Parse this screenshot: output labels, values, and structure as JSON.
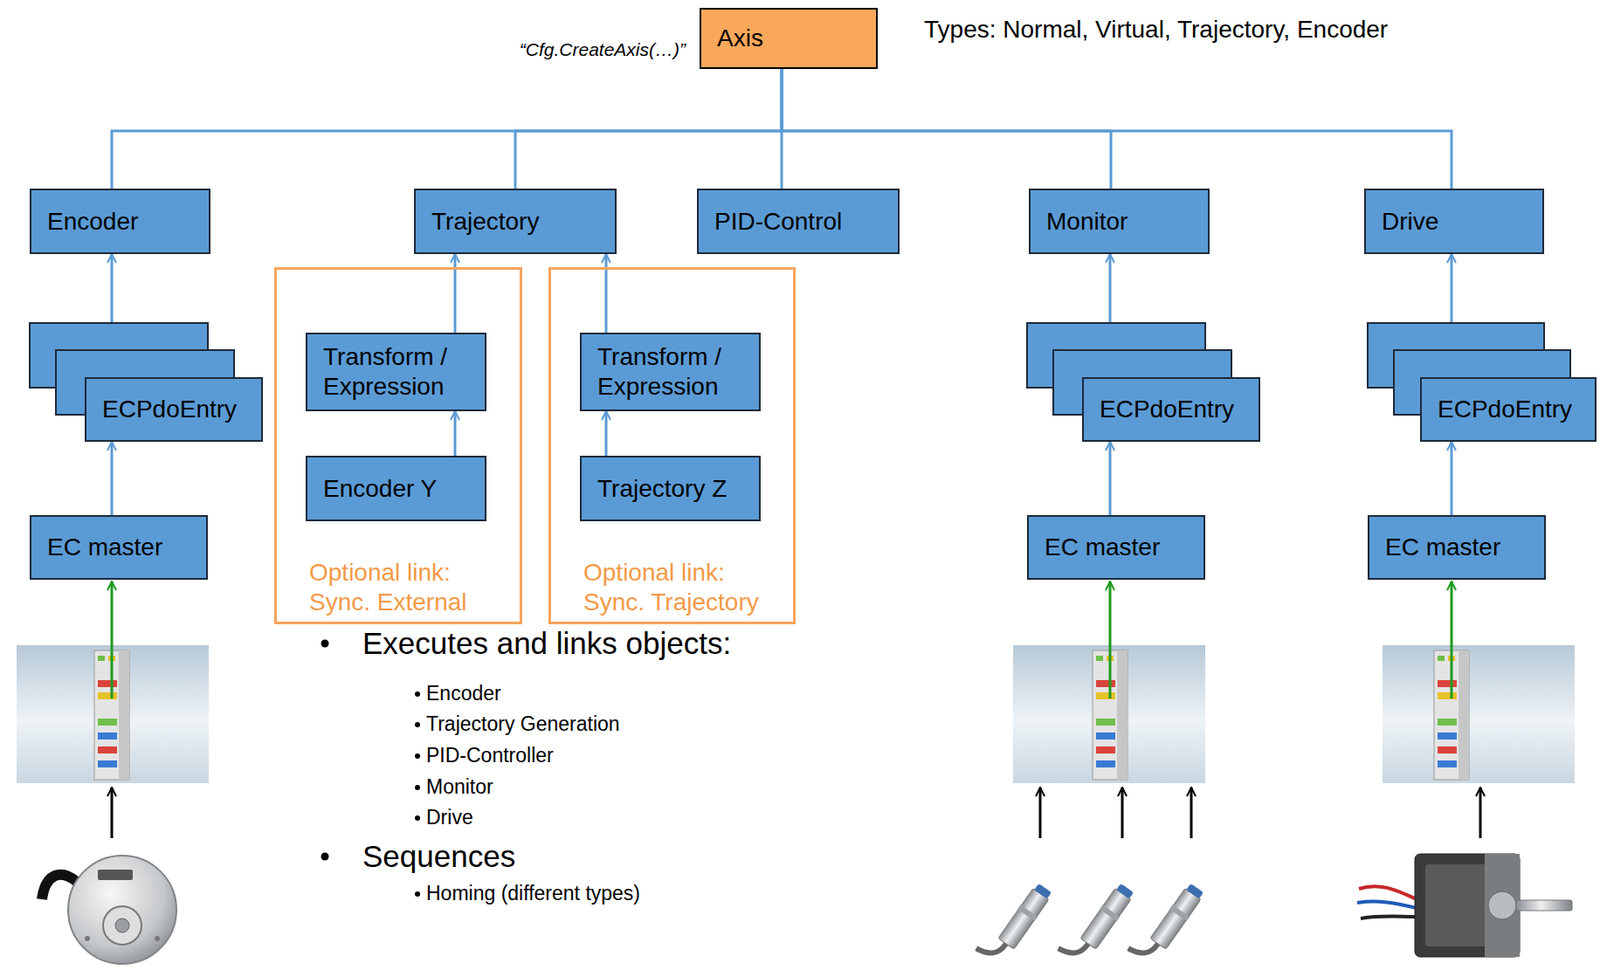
{
  "diagram": {
    "nodes": [
      {
        "text": [
          "Axis"
        ]
      },
      {
        "text": [
          "Encoder"
        ]
      },
      {
        "text": [
          "Trajectory"
        ]
      },
      {
        "text": [
          "PID-Control"
        ]
      },
      {
        "text": [
          "Monitor"
        ]
      },
      {
        "text": [
          "Drive"
        ]
      },
      {
        "text": [
          "ECPdoEntry"
        ]
      },
      {
        "text": [
          "EC master"
        ]
      },
      {
        "text": [
          "Optional link: Sync. External"
        ]
      },
      {
        "text": [
          "Transform / Expression"
        ],
        "in": 8
      },
      {
        "text": [
          "Encoder Y"
        ],
        "in": 8
      },
      {
        "text": [
          "Optional link: Sync. Trajectory"
        ]
      },
      {
        "text": [
          "Transform / Expression"
        ],
        "in": 11
      },
      {
        "text": [
          "Trajectory Z"
        ],
        "in": 11
      },
      {
        "text": [
          "ECPdoEntry"
        ]
      },
      {
        "text": [
          "EC master"
        ]
      },
      {
        "text": [
          "ECPdoEntry"
        ]
      },
      {
        "text": [
          "EC master"
        ]
      }
    ],
    "edges": [
      {
        "from": 0,
        "to": 1,
        "arrow": "none"
      },
      {
        "from": 0,
        "to": 2,
        "arrow": "none"
      },
      {
        "from": 0,
        "to": 3,
        "arrow": "none"
      },
      {
        "from": 0,
        "to": 4,
        "arrow": "none"
      },
      {
        "from": 0,
        "to": 5,
        "arrow": "none"
      },
      {
        "from": 6,
        "to": 1,
        "arrow": "to"
      },
      {
        "from": 7,
        "to": 6,
        "arrow": "to"
      },
      {
        "from": 10,
        "to": 9,
        "arrow": "to"
      },
      {
        "from": 9,
        "to": 2,
        "arrow": "to"
      },
      {
        "from": 13,
        "to": 12,
        "arrow": "to"
      },
      {
        "from": 12,
        "to": 2,
        "arrow": "to"
      },
      {
        "from": 14,
        "to": 4,
        "arrow": "to"
      },
      {
        "from": 15,
        "to": 14,
        "arrow": "to"
      },
      {
        "from": 16,
        "to": 5,
        "arrow": "to"
      },
      {
        "from": 17,
        "to": 16,
        "arrow": "to"
      }
    ],
    "labels": [
      "“Cfg.CreateAxis(…)”",
      "Types: Normal, Virtual, Trajectory, Encoder",
      "Executes and links objects:",
      "Encoder",
      "Trajectory Generation",
      "PID-Controller",
      "Monitor",
      "Drive",
      "Sequences",
      "Homing (different types)"
    ]
  }
}
